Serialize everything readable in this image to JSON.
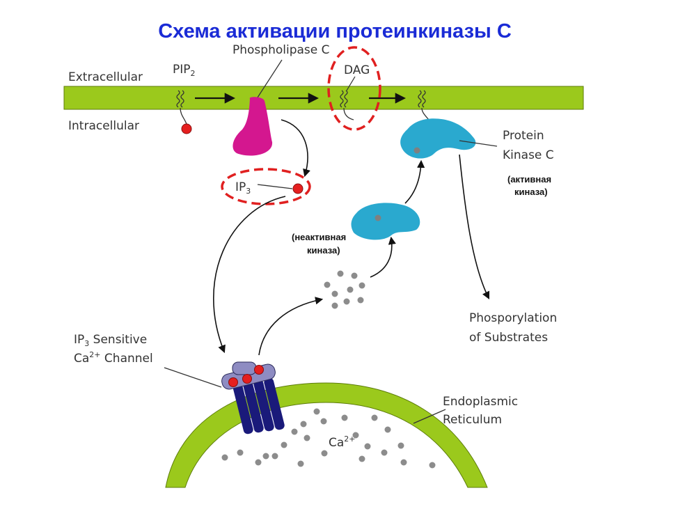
{
  "title": "Схема активации протеинкиназы С",
  "labels": {
    "extracellular": "Extracellular",
    "intracellular": "Intracellular",
    "pip2_base": "PIP",
    "pip2_sub": "2",
    "phospholipase": "Phospholipase C",
    "dag": "DAG",
    "ip3_base": "IP",
    "ip3_sub": "3",
    "pkc_line1": "Protein",
    "pkc_line2": "Kinase C",
    "active_line1": "(активная",
    "active_line2": "киназа)",
    "inactive_line1": "(неактивная",
    "inactive_line2": "киназа)",
    "phos_line1": "Phosporylation",
    "phos_line2": "of Substrates",
    "channel_ip": "IP",
    "channel_ip_sub": "3",
    "channel_rest1": " Sensitive",
    "channel_ca": "Ca",
    "channel_ca_sup": "2+",
    "channel_rest2": " Channel",
    "er_line1": "Endoplasmic",
    "er_line2": "Reticulum",
    "er_ca": "Ca",
    "er_ca_sup": "2+"
  },
  "colors": {
    "title": "#1a2bd6",
    "membrane": "#9bc91c",
    "membrane_edge": "#5c7c0a",
    "plc": "#d4178f",
    "pkc": "#2aa9cf",
    "red_marker": "#e51f1f",
    "dashed_highlight": "#e02020",
    "channel": "#1a1a7a",
    "channel_cap": "#8e8cc2",
    "calcium_dot": "#8c8c8c"
  }
}
